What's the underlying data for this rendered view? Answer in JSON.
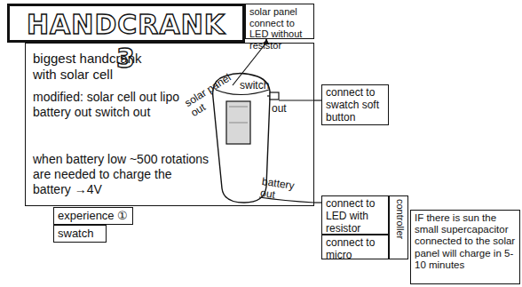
{
  "diagram": {
    "nodes": [
      {
        "text": [
          "HANDCRANK 3"
        ]
      },
      {
        "text": [
          "solar panel connect to LED without resistor"
        ]
      },
      {
        "text": [
          "biggest handcrank with solar cell",
          "modified: solar cell out lipo battery out switch out",
          "when battery low ~500 rotations are needed to charge the battery →4V"
        ]
      },
      {
        "text": [
          "experience ①"
        ]
      },
      {
        "text": [
          "swatch"
        ]
      },
      {
        "text": [
          "connect to swatch soft button"
        ]
      },
      {
        "text": [
          "connect to LED with resistor"
        ]
      },
      {
        "text": [
          "controller"
        ]
      },
      {
        "text": [
          "connect to micro"
        ]
      },
      {
        "text": [
          "IF there is sun the small supercapacitor connected to the solar panel will charge in 5-10 minutes"
        ]
      }
    ],
    "edges": [
      {
        "from": 2,
        "to": 1,
        "arrow": "to"
      },
      {
        "from": 2,
        "to": 5,
        "arrow": "none"
      },
      {
        "from": 2,
        "to": 6,
        "arrow": "none"
      }
    ],
    "labels": [
      "solar panel out",
      "switch",
      "out",
      "battery out"
    ]
  }
}
